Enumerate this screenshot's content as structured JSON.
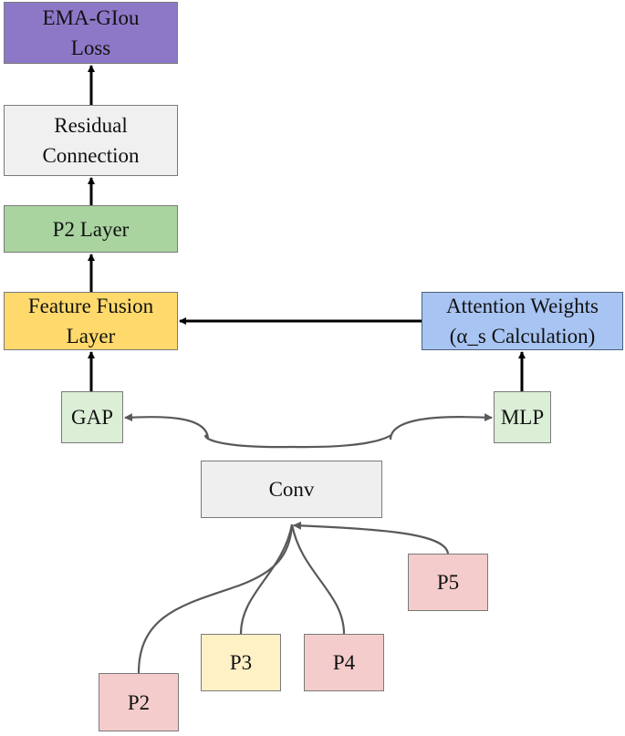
{
  "colors": {
    "loss": "#8d78c8",
    "residual": "#f0f0f0",
    "p2_layer": "#a9d4a0",
    "fusion": "#ffd96b",
    "attention": "#a8c4f2",
    "small_block": "#dbeed6",
    "conv": "#efefef",
    "pink_block": "#f4cccc",
    "yellow_block": "#fff1c6",
    "arrow_dark": "#000000",
    "arrow_gray": "#595959"
  },
  "nodes": {
    "loss": "EMA-GIou\nLoss",
    "residual": "Residual\nConnection",
    "p2_layer": "P2 Layer",
    "fusion": "Feature Fusion\nLayer",
    "attention": "Attention Weights\n(α_s Calculation)",
    "gap": "GAP",
    "mlp": "MLP",
    "conv": "Conv",
    "p5": "P5",
    "p3": "P3",
    "p4": "P4",
    "p2": "P2"
  }
}
